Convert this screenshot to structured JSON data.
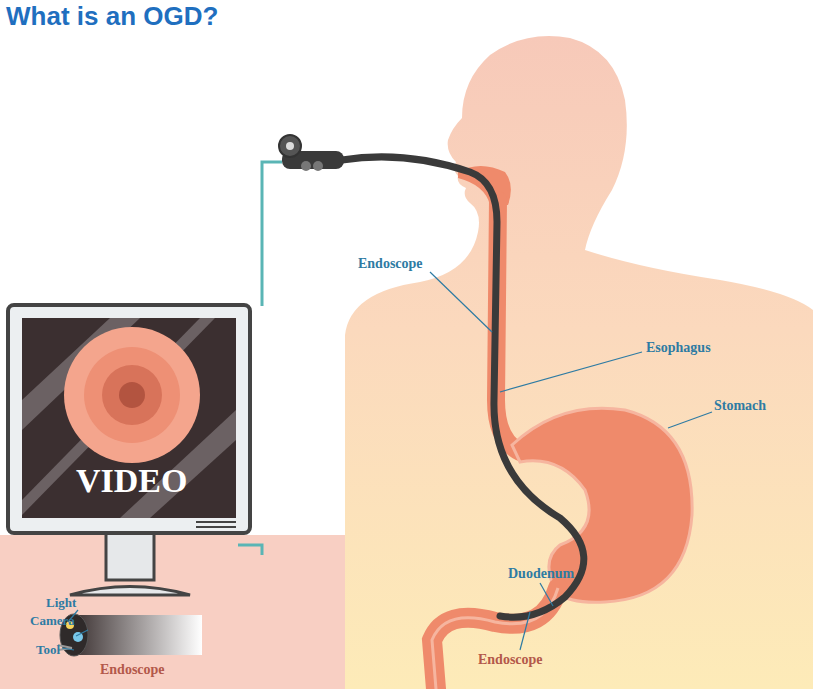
{
  "diagram": {
    "title": "What is an OGD?",
    "labels": [
      "Endoscope",
      "Esophagus",
      "Stomach",
      "Duodenum",
      "Endoscope",
      "VIDEO",
      "Light",
      "Camera",
      "Tool",
      "Endoscope"
    ]
  }
}
